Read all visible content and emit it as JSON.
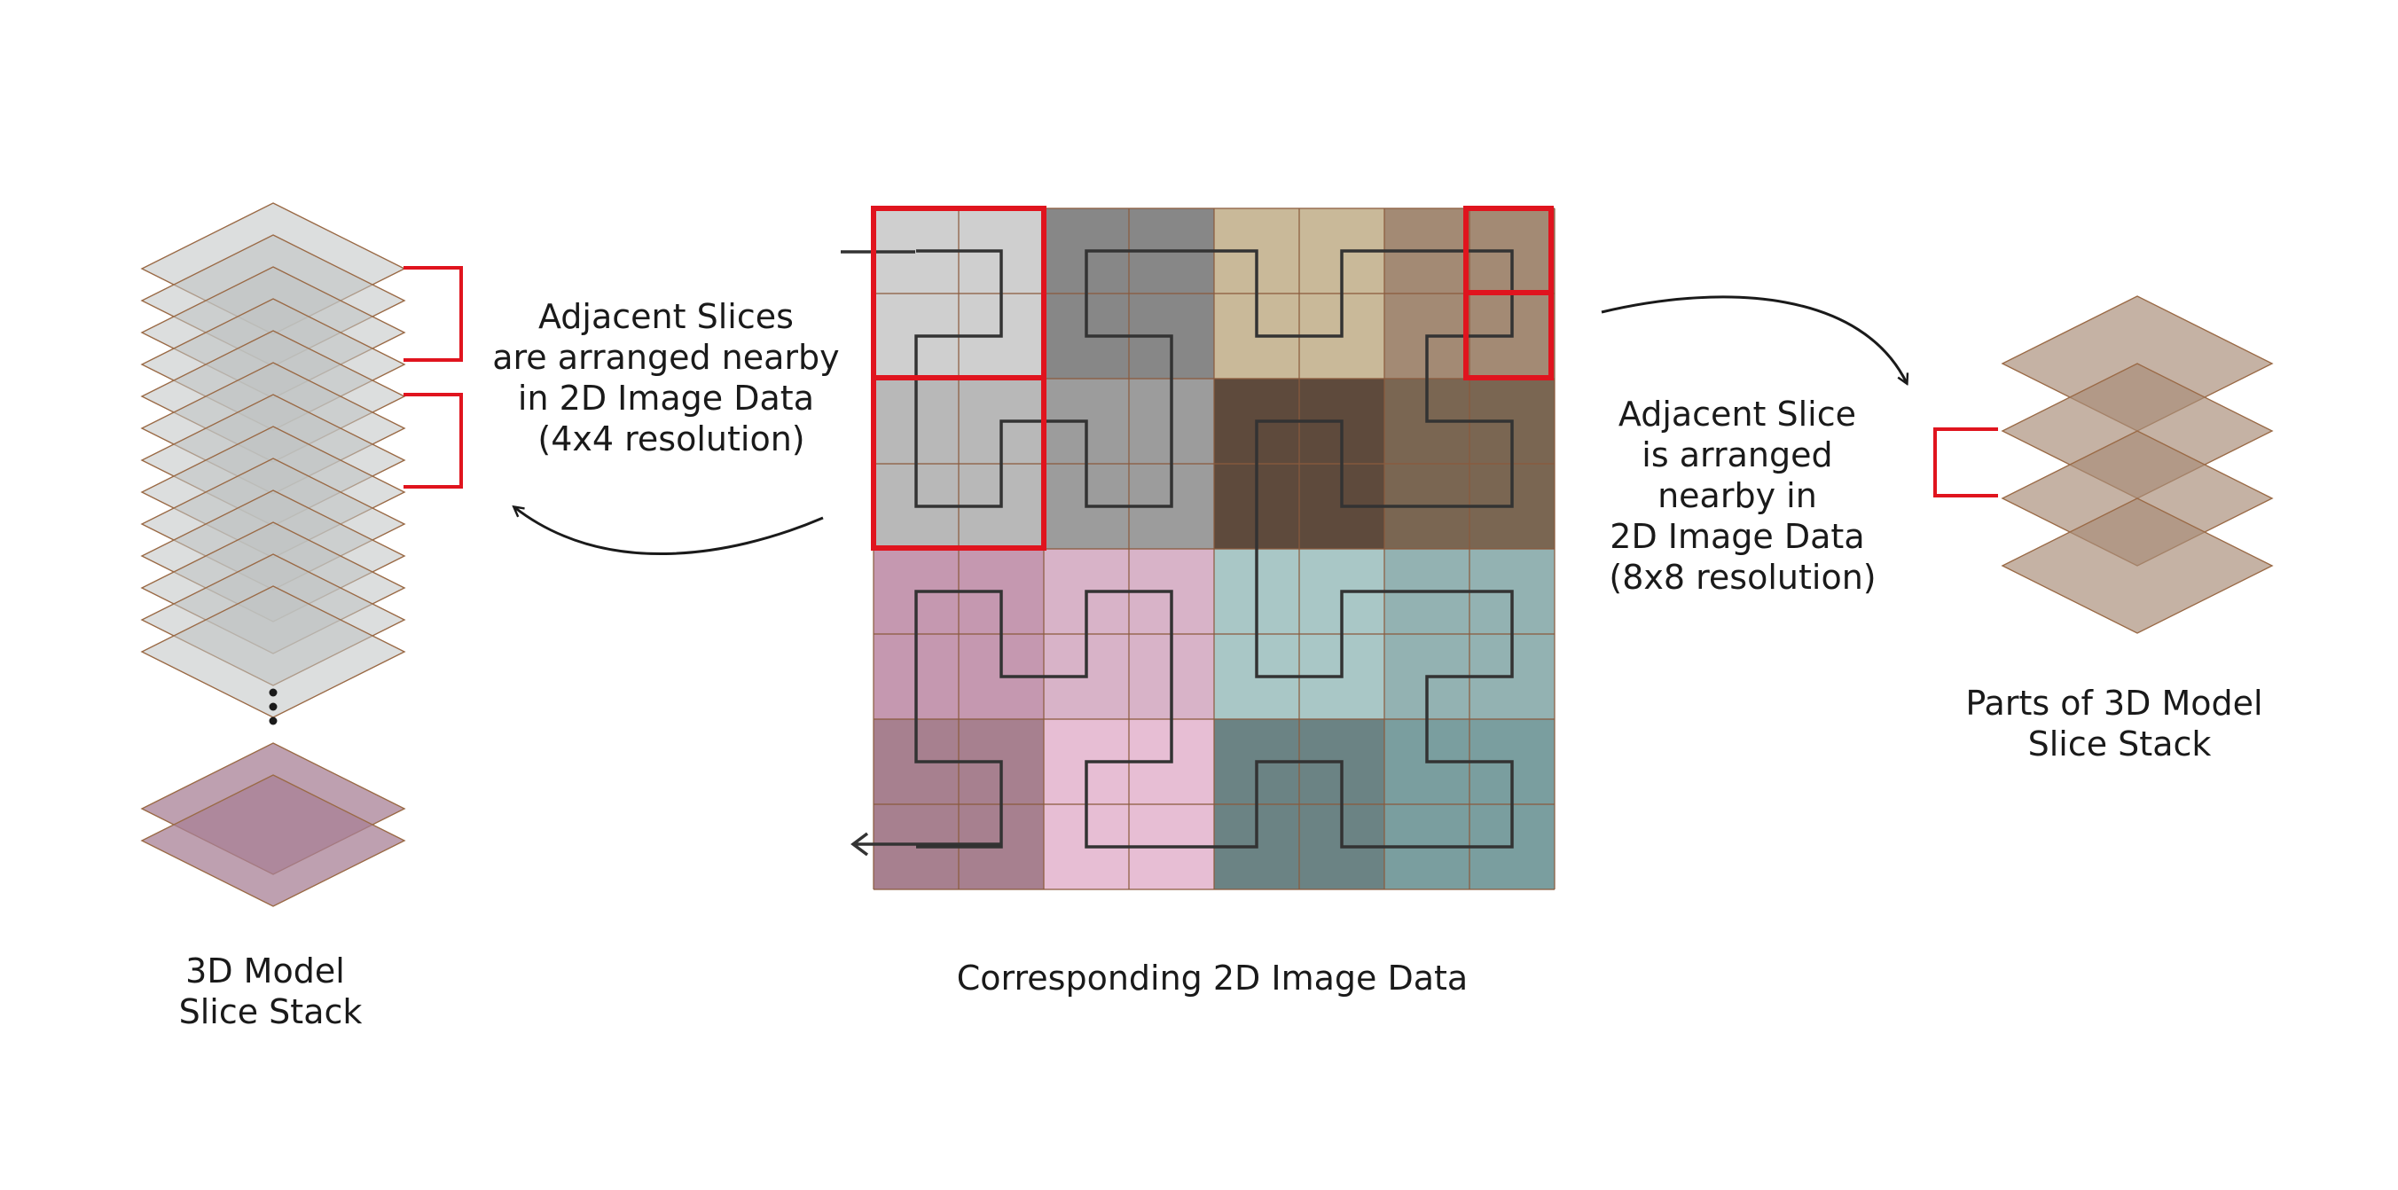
{
  "labels": {
    "left_stack_caption": [
      "3D Model",
      "Slice Stack"
    ],
    "left_annotation": [
      "Adjacent Slices",
      "are arranged nearby",
      "in 2D Image Data",
      "(4x4 resolution)"
    ],
    "center_caption": "Corresponding 2D Image Data",
    "right_annotation": [
      "Adjacent Slice",
      "is arranged",
      "nearby in",
      "2D Image Data",
      "(8x8 resolution)"
    ],
    "right_stack_caption": [
      "Parts of 3D Model",
      "Slice Stack"
    ]
  },
  "colors": {
    "highlight": "#e0141e",
    "curve": "#333333",
    "cell_line": "#8a5a3c",
    "block_colors": [
      [
        "#cfcfcf",
        "#878787",
        "#c9b999",
        "#a38a74"
      ],
      [
        "#b8b8b8",
        "#9c9c9c",
        "#5e4a3c",
        "#7a6652"
      ],
      [
        "#c598b0",
        "#d8b3c8",
        "#a9c7c6",
        "#93b2b2"
      ],
      [
        "#a7808f",
        "#e7bed4",
        "#6b8384",
        "#7a9e9f"
      ]
    ],
    "left_stack_gray": "#c0c3c3",
    "left_stack_purple": "#a88096",
    "right_stack_brown": "#a98e79"
  },
  "stacks": {
    "left_top_slice_count": 13,
    "left_bottom_slice_count": 2,
    "right_slice_count": 4
  }
}
